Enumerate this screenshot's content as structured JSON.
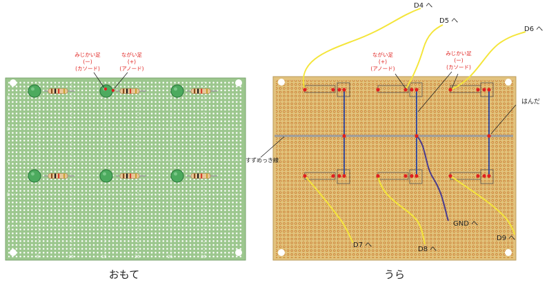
{
  "front": {
    "caption": "おもて",
    "row_labels": [
      "E",
      "D",
      "C",
      "B",
      "A"
    ],
    "col_labels": [
      "5",
      "10",
      "15",
      "20",
      "25",
      "30"
    ],
    "short_leg": [
      "みじかい足",
      "(ー)",
      "(カソード)"
    ],
    "long_leg": [
      "ながい足",
      "(+)",
      "(アノード)"
    ]
  },
  "back": {
    "caption": "うら",
    "anode_note": [
      "ながい足",
      "(+)",
      "(アノード)"
    ],
    "cathode_note": [
      "みじかい足",
      "(ー)",
      "(カソード)"
    ],
    "solder": "はんだ",
    "tinned_wire": "すずめっき線",
    "to_d4": "D4 へ",
    "to_d5": "D5 へ",
    "to_d6": "D6 へ",
    "to_d7": "D7 へ",
    "to_d8": "D8 へ",
    "to_d9": "D9 へ",
    "to_gnd": "GND へ"
  },
  "colors": {
    "front_board": "#9cc78e",
    "back_board": "#e2c27d",
    "led": "#4caa5e",
    "wire_yellow": "#f4e53a",
    "wire_blue": "#3a4f9c",
    "wire_purple": "#4a3d8f",
    "solder_dot": "#e02020",
    "annotation_red": "#e0201e"
  }
}
